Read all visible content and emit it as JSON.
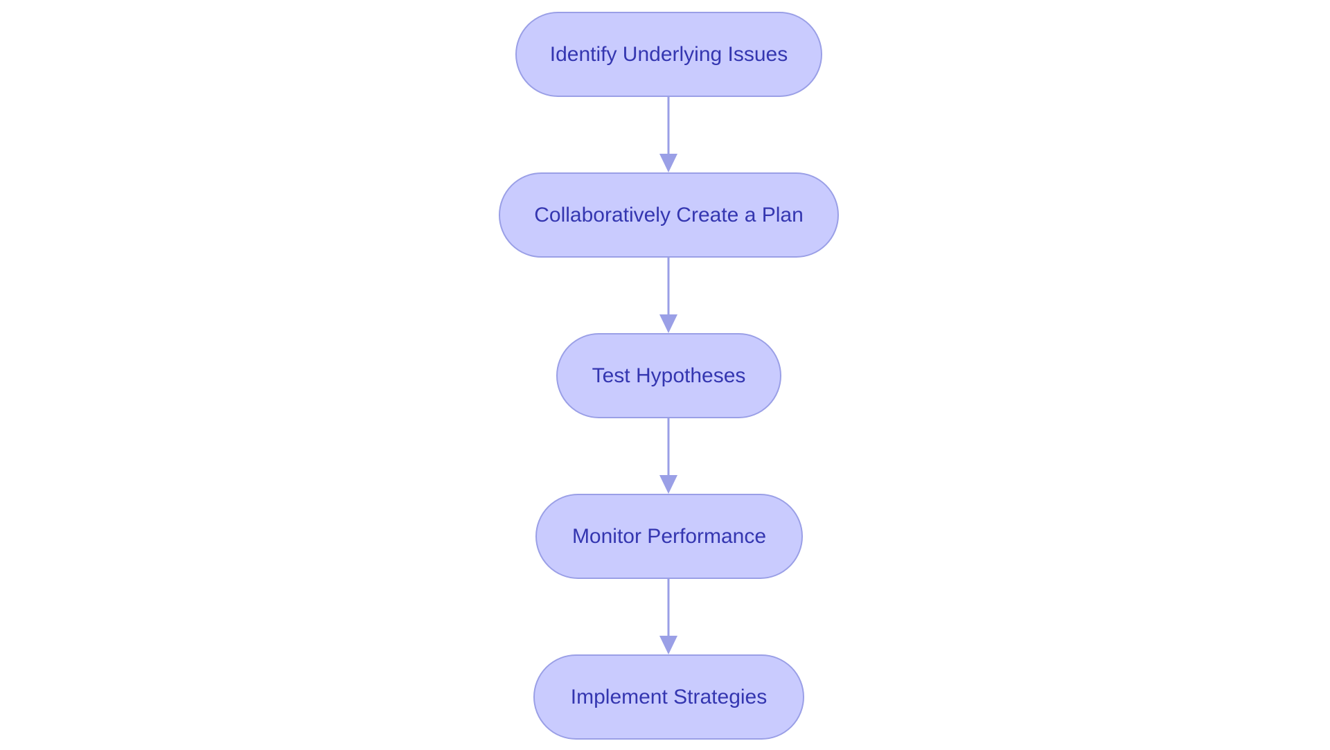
{
  "flowchart": {
    "nodes": [
      {
        "id": "n1",
        "label": "Identify Underlying Issues"
      },
      {
        "id": "n2",
        "label": "Collaboratively Create a Plan"
      },
      {
        "id": "n3",
        "label": "Test Hypotheses"
      },
      {
        "id": "n4",
        "label": "Monitor Performance"
      },
      {
        "id": "n5",
        "label": "Implement Strategies"
      }
    ],
    "edges": [
      {
        "from": "n1",
        "to": "n2"
      },
      {
        "from": "n2",
        "to": "n3"
      },
      {
        "from": "n3",
        "to": "n4"
      },
      {
        "from": "n4",
        "to": "n5"
      }
    ]
  },
  "colors": {
    "node_fill": "#C9CBFE",
    "node_border": "#9A9FE6",
    "edge": "#9A9FE6",
    "text": "#3436B0"
  }
}
